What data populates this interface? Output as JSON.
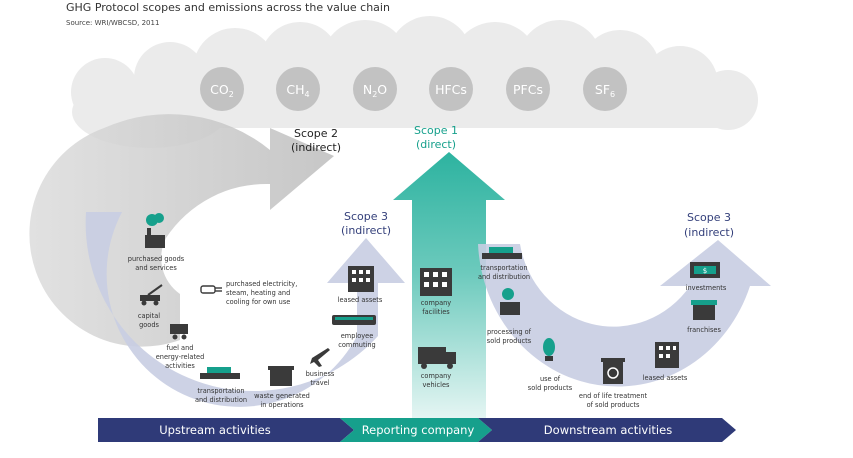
{
  "header": {
    "title": "GHG Protocol scopes and emissions across the value chain",
    "source": "Source: WRI/WBCSD, 2011"
  },
  "gases": [
    {
      "base": "CO",
      "sub": "2"
    },
    {
      "base": "CH",
      "sub": "4"
    },
    {
      "base": "N",
      "sub": "2",
      "tail": "O"
    },
    {
      "base": "HFCs",
      "sub": ""
    },
    {
      "base": "PFCs",
      "sub": ""
    },
    {
      "base": "SF",
      "sub": "6"
    }
  ],
  "scopes": {
    "scope2": {
      "name": "Scope 2",
      "kind": "(indirect)"
    },
    "scope1": {
      "name": "Scope 1",
      "kind": "(direct)"
    },
    "scope3_up": {
      "name": "Scope 3",
      "kind": "(indirect)"
    },
    "scope3_down": {
      "name": "Scope 3",
      "kind": "(indirect)"
    }
  },
  "labels": {
    "purchased_goods": [
      "purchased goods",
      "and services"
    ],
    "capital_goods": [
      "capital",
      "goods"
    ],
    "fuel": [
      "fuel and",
      "energy-related",
      "activities"
    ],
    "transport_up": [
      "transportation",
      "and distribution"
    ],
    "waste": [
      "waste generated",
      "in operations"
    ],
    "business_travel": [
      "business",
      "travel"
    ],
    "commuting": [
      "employee",
      "commuting"
    ],
    "leased_up": [
      "leased assets"
    ],
    "electricity": [
      "purchased electricity,",
      "steam, heating and",
      "cooling for own use"
    ],
    "facilities": [
      "company",
      "facilities"
    ],
    "vehicles": [
      "company",
      "vehicles"
    ],
    "transport_down": [
      "transportation",
      "and distribution"
    ],
    "processing": [
      "processing of",
      "sold products"
    ],
    "use": [
      "use of",
      "sold products"
    ],
    "eol": [
      "end of life treatment",
      "of sold products"
    ],
    "leased_down": [
      "leased assets"
    ],
    "franchises": [
      "franchises"
    ],
    "investments": [
      "investments"
    ]
  },
  "bands": {
    "upstream": "Upstream activities",
    "reporting": "Reporting company",
    "downstream": "Downstream activities"
  },
  "colors": {
    "cloud": "#ebebeb",
    "gas_circle": "#c2c2c2",
    "scope2_arrow": "#c9c9c9",
    "scope1_arrow": "#2db3a0",
    "scope3_arrow": "#c8cde2",
    "scope3_text": "#333f7a",
    "scope1_text": "#16a08c",
    "band_dark": "#2f3a78",
    "band_teal": "#16a08c",
    "icon_dark": "#3a3a3a"
  }
}
